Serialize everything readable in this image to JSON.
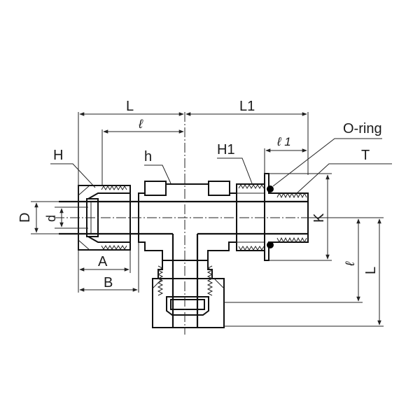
{
  "labels": {
    "L_top": "L",
    "L1_top": "L1",
    "l_top": "ℓ",
    "l1": "ℓ 1",
    "oring": "O-ring",
    "H": "H",
    "h": "h",
    "H1": "H1",
    "T": "T",
    "D": "D",
    "d": "d",
    "K": "K",
    "A": "A",
    "B": "B",
    "l_right": "ℓ",
    "L_right": "L"
  },
  "colors": {
    "line": "#111111",
    "seal": "#000000"
  }
}
